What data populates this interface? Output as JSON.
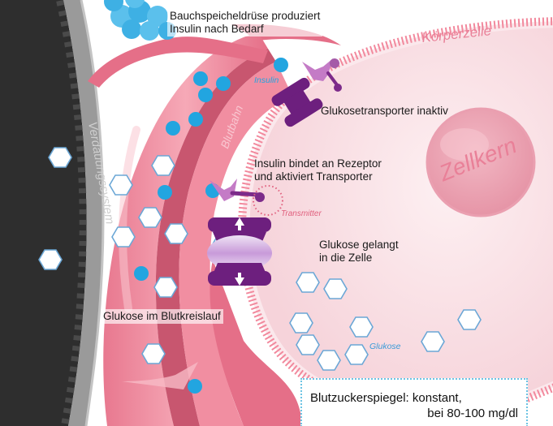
{
  "labels": {
    "pancreas": "Bauchspeicheldrüse produziert\nInsulin nach Bedarf",
    "body_cell": "Körperzelle",
    "nucleus": "Zellkern",
    "digestive": "Verdauungssystem",
    "bloodstream": "Blutbahn",
    "insulin": "Insulin",
    "transporter_inactive": "Glukosetransporter inaktiv",
    "insulin_binds": "Insulin bindet an Rezeptor\nund aktiviert Transporter",
    "transmitter": "Transmitter",
    "glucose_enters": "Glukose gelangt\nin die Zelle",
    "glucose_blood": "Glukose im Blutkreislauf",
    "glucose": "Glukose"
  },
  "summary": {
    "line1": "Blutzuckerspiegel: konstant,",
    "line2": "bei 80-100 mg/dl"
  },
  "colors": {
    "vessel": "#f08ba0",
    "vessel_inner": "#f7b6c2",
    "cell_fill": "#fbe4e8",
    "cell_border": "#f2899d",
    "insulin_dot": "#22a5e0",
    "transporter": "#6d1f7e",
    "receptor": "#a55aa8",
    "digestive_dark": "#2e2e2e",
    "digestive_gray": "#9a9a9a",
    "pancreas": "#5bc0ec",
    "glucose_stroke": "#6ba7d6"
  }
}
